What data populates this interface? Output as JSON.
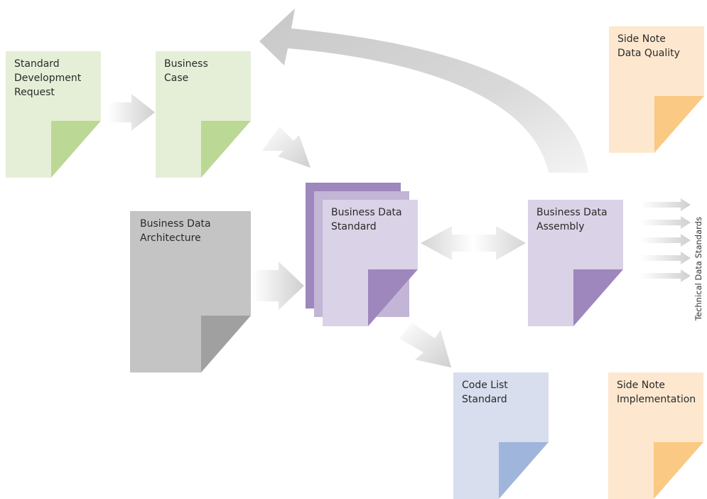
{
  "colors": {
    "green_page": "#e5efd8",
    "green_fold": "#bcd895",
    "gray_page": "#c4c4c4",
    "gray_fold": "#a0a0a0",
    "purple_page": "#dad2e6",
    "purple_mid": "#c3b5d6",
    "purple_back": "#9d87bd",
    "purple_fold": "#9d87bd",
    "blue_page": "#d8deee",
    "blue_fold": "#a0b5dc",
    "orange_page": "#fde8cf",
    "orange_fold": "#fac983",
    "arrow": "#d2d2d2"
  },
  "documents": {
    "standard_development_request": {
      "label": "Standard\nDevelopment\nRequest"
    },
    "business_case": {
      "label": "Business\nCase"
    },
    "business_data_architecture": {
      "label": "Business Data\nArchitecture"
    },
    "business_data_standard": {
      "label": "Business Data\nStandard"
    },
    "business_data_assembly": {
      "label": "Business Data\nAssembly"
    },
    "code_list_standard": {
      "label": "Code List\nStandard"
    },
    "side_note_data_quality": {
      "label": "Side Note\nData Quality"
    },
    "side_note_implementation": {
      "label": "Side Note\nImplementation"
    }
  },
  "side_label": "Technical Data Standards"
}
